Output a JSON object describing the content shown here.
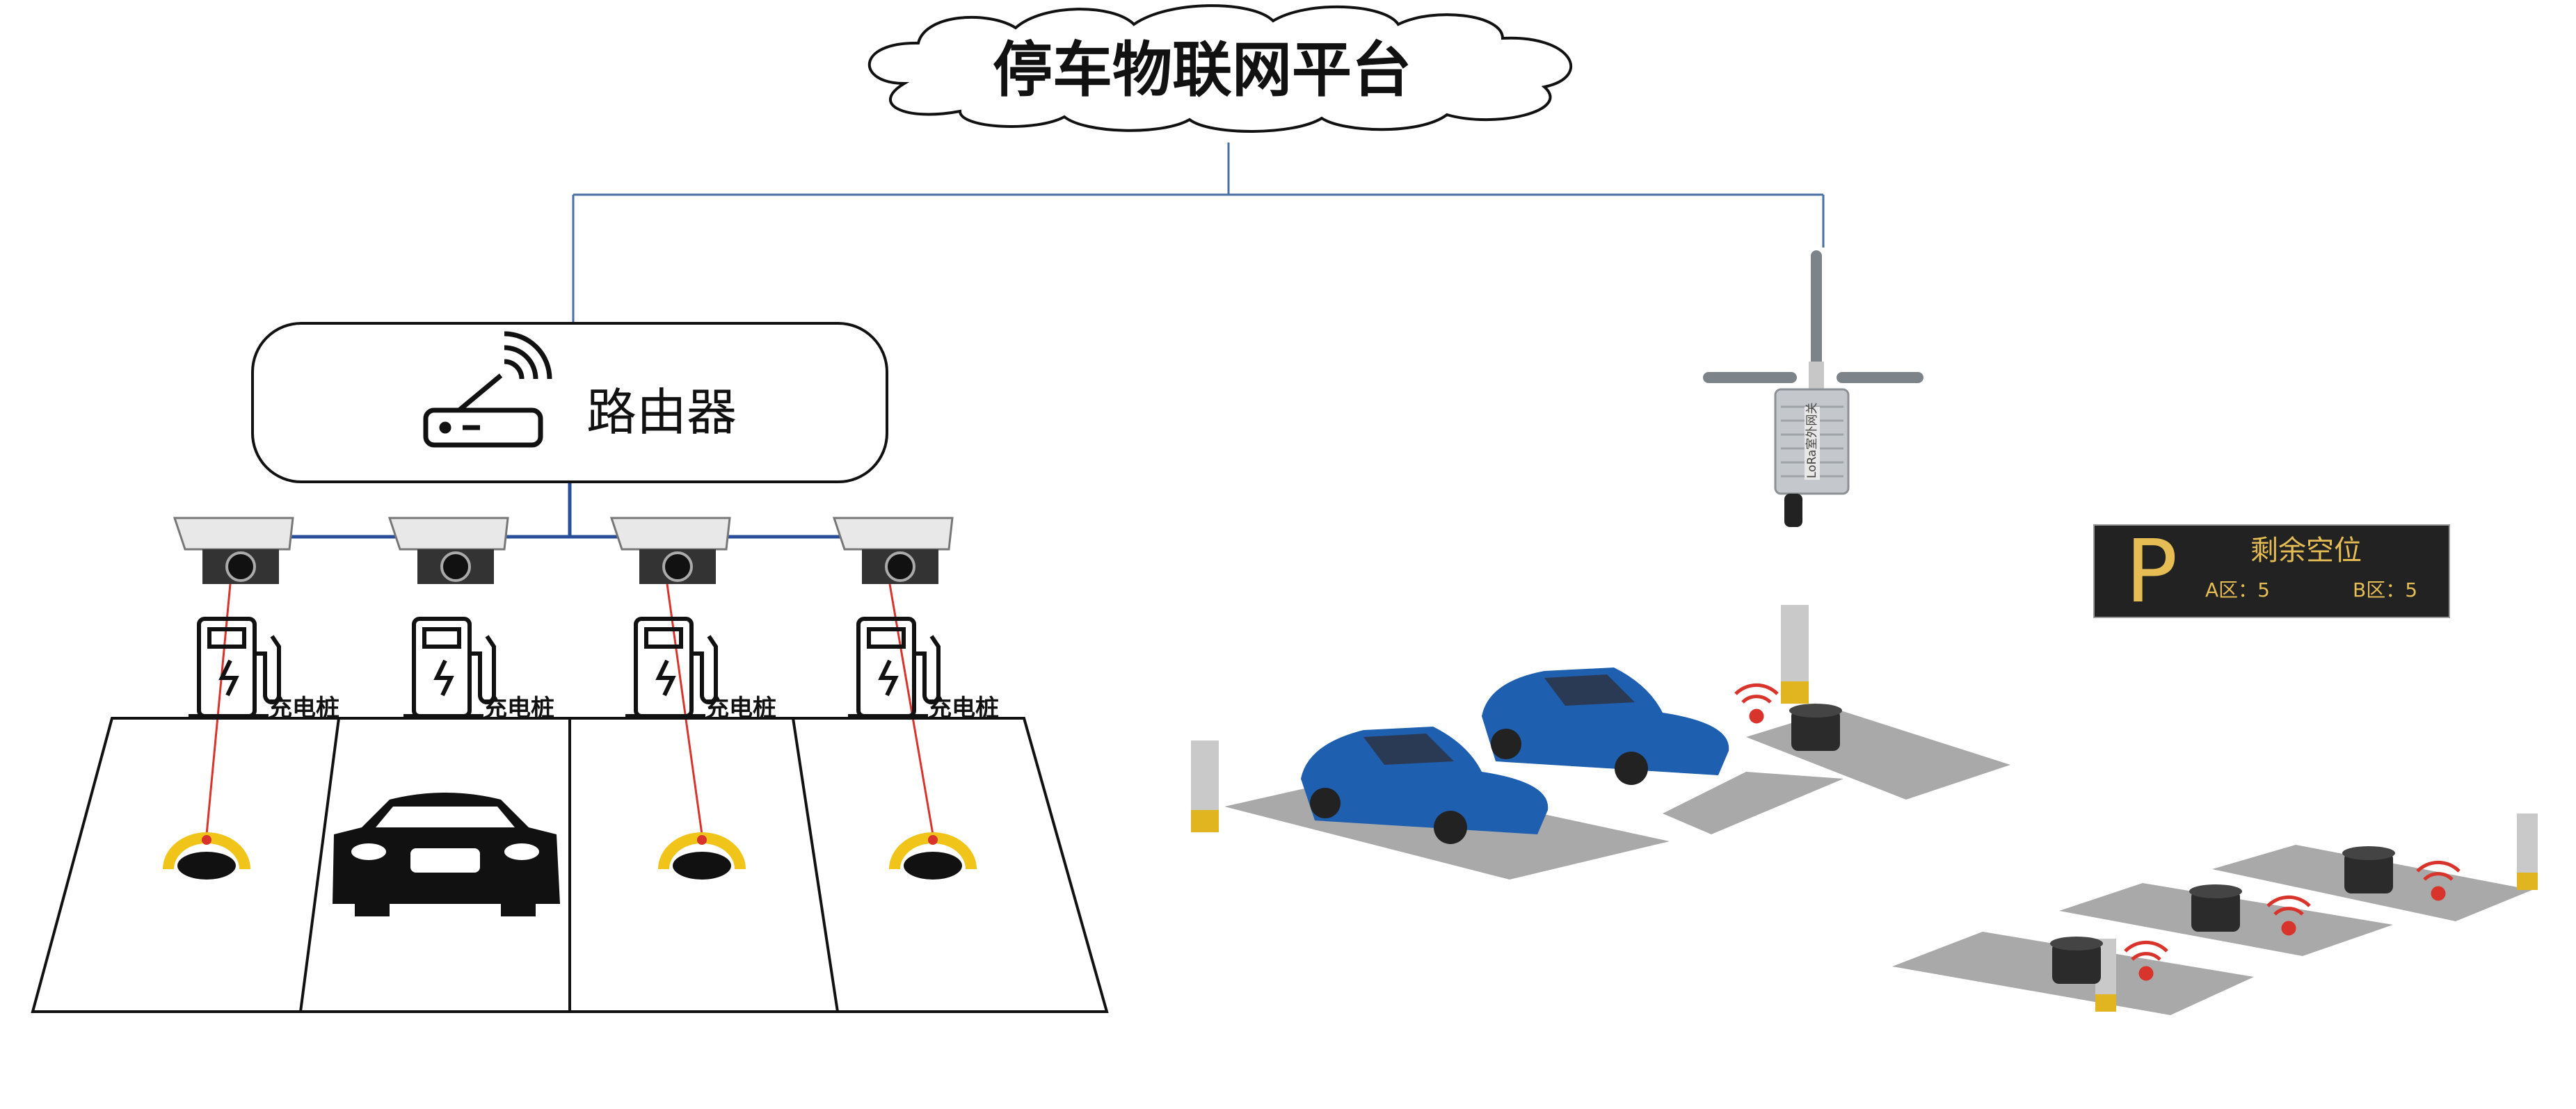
{
  "platform": {
    "title": "停车物联网平台"
  },
  "router": {
    "label": "路由器"
  },
  "chargers": [
    {
      "label": "充电桩"
    },
    {
      "label": "充电桩"
    },
    {
      "label": "充电桩"
    },
    {
      "label": "充电桩"
    }
  ],
  "gateway": {
    "label": "LoRa室外网关"
  },
  "sign": {
    "logo": "P",
    "title": "剩余空位",
    "zone_a": "A区：5",
    "zone_b": "B区：5"
  },
  "colors": {
    "link_line": "#4a6fa5",
    "lock_line": "#d9342b",
    "sign_bg": "#222222",
    "sign_text": "#e6bd55",
    "car_blue": "#1f5fb0",
    "slab_gray": "#a9a9a9"
  }
}
